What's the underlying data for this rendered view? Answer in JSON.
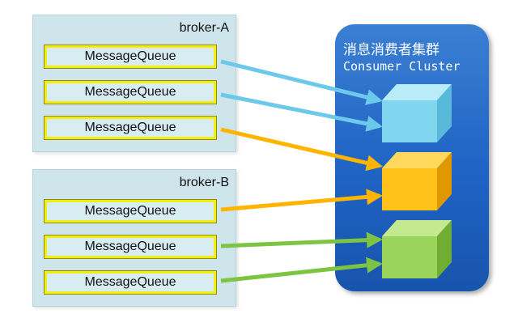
{
  "brokers": [
    {
      "label": "broker-A",
      "queues": [
        "MessageQueue",
        "MessageQueue",
        "MessageQueue"
      ]
    },
    {
      "label": "broker-B",
      "queues": [
        "MessageQueue",
        "MessageQueue",
        "MessageQueue"
      ]
    }
  ],
  "cluster": {
    "title": "消息消费者集群",
    "subtitle": "Consumer Cluster"
  },
  "consumers": [
    {
      "id": "consumer-1",
      "color": "#7fd6ee"
    },
    {
      "id": "consumer-2",
      "color": "#ffc21a"
    },
    {
      "id": "consumer-3",
      "color": "#9ad45a"
    }
  ],
  "assignments": [
    {
      "queue": "broker-A MessageQueue 1",
      "consumer": "consumer-1",
      "color": "#6cc9ec"
    },
    {
      "queue": "broker-A MessageQueue 2",
      "consumer": "consumer-1",
      "color": "#6cc9ec"
    },
    {
      "queue": "broker-A MessageQueue 3",
      "consumer": "consumer-2",
      "color": "#ffb400"
    },
    {
      "queue": "broker-B MessageQueue 1",
      "consumer": "consumer-2",
      "color": "#ffb400"
    },
    {
      "queue": "broker-B MessageQueue 2",
      "consumer": "consumer-3",
      "color": "#7cc442"
    },
    {
      "queue": "broker-B MessageQueue 3",
      "consumer": "consumer-3",
      "color": "#7cc442"
    }
  ]
}
